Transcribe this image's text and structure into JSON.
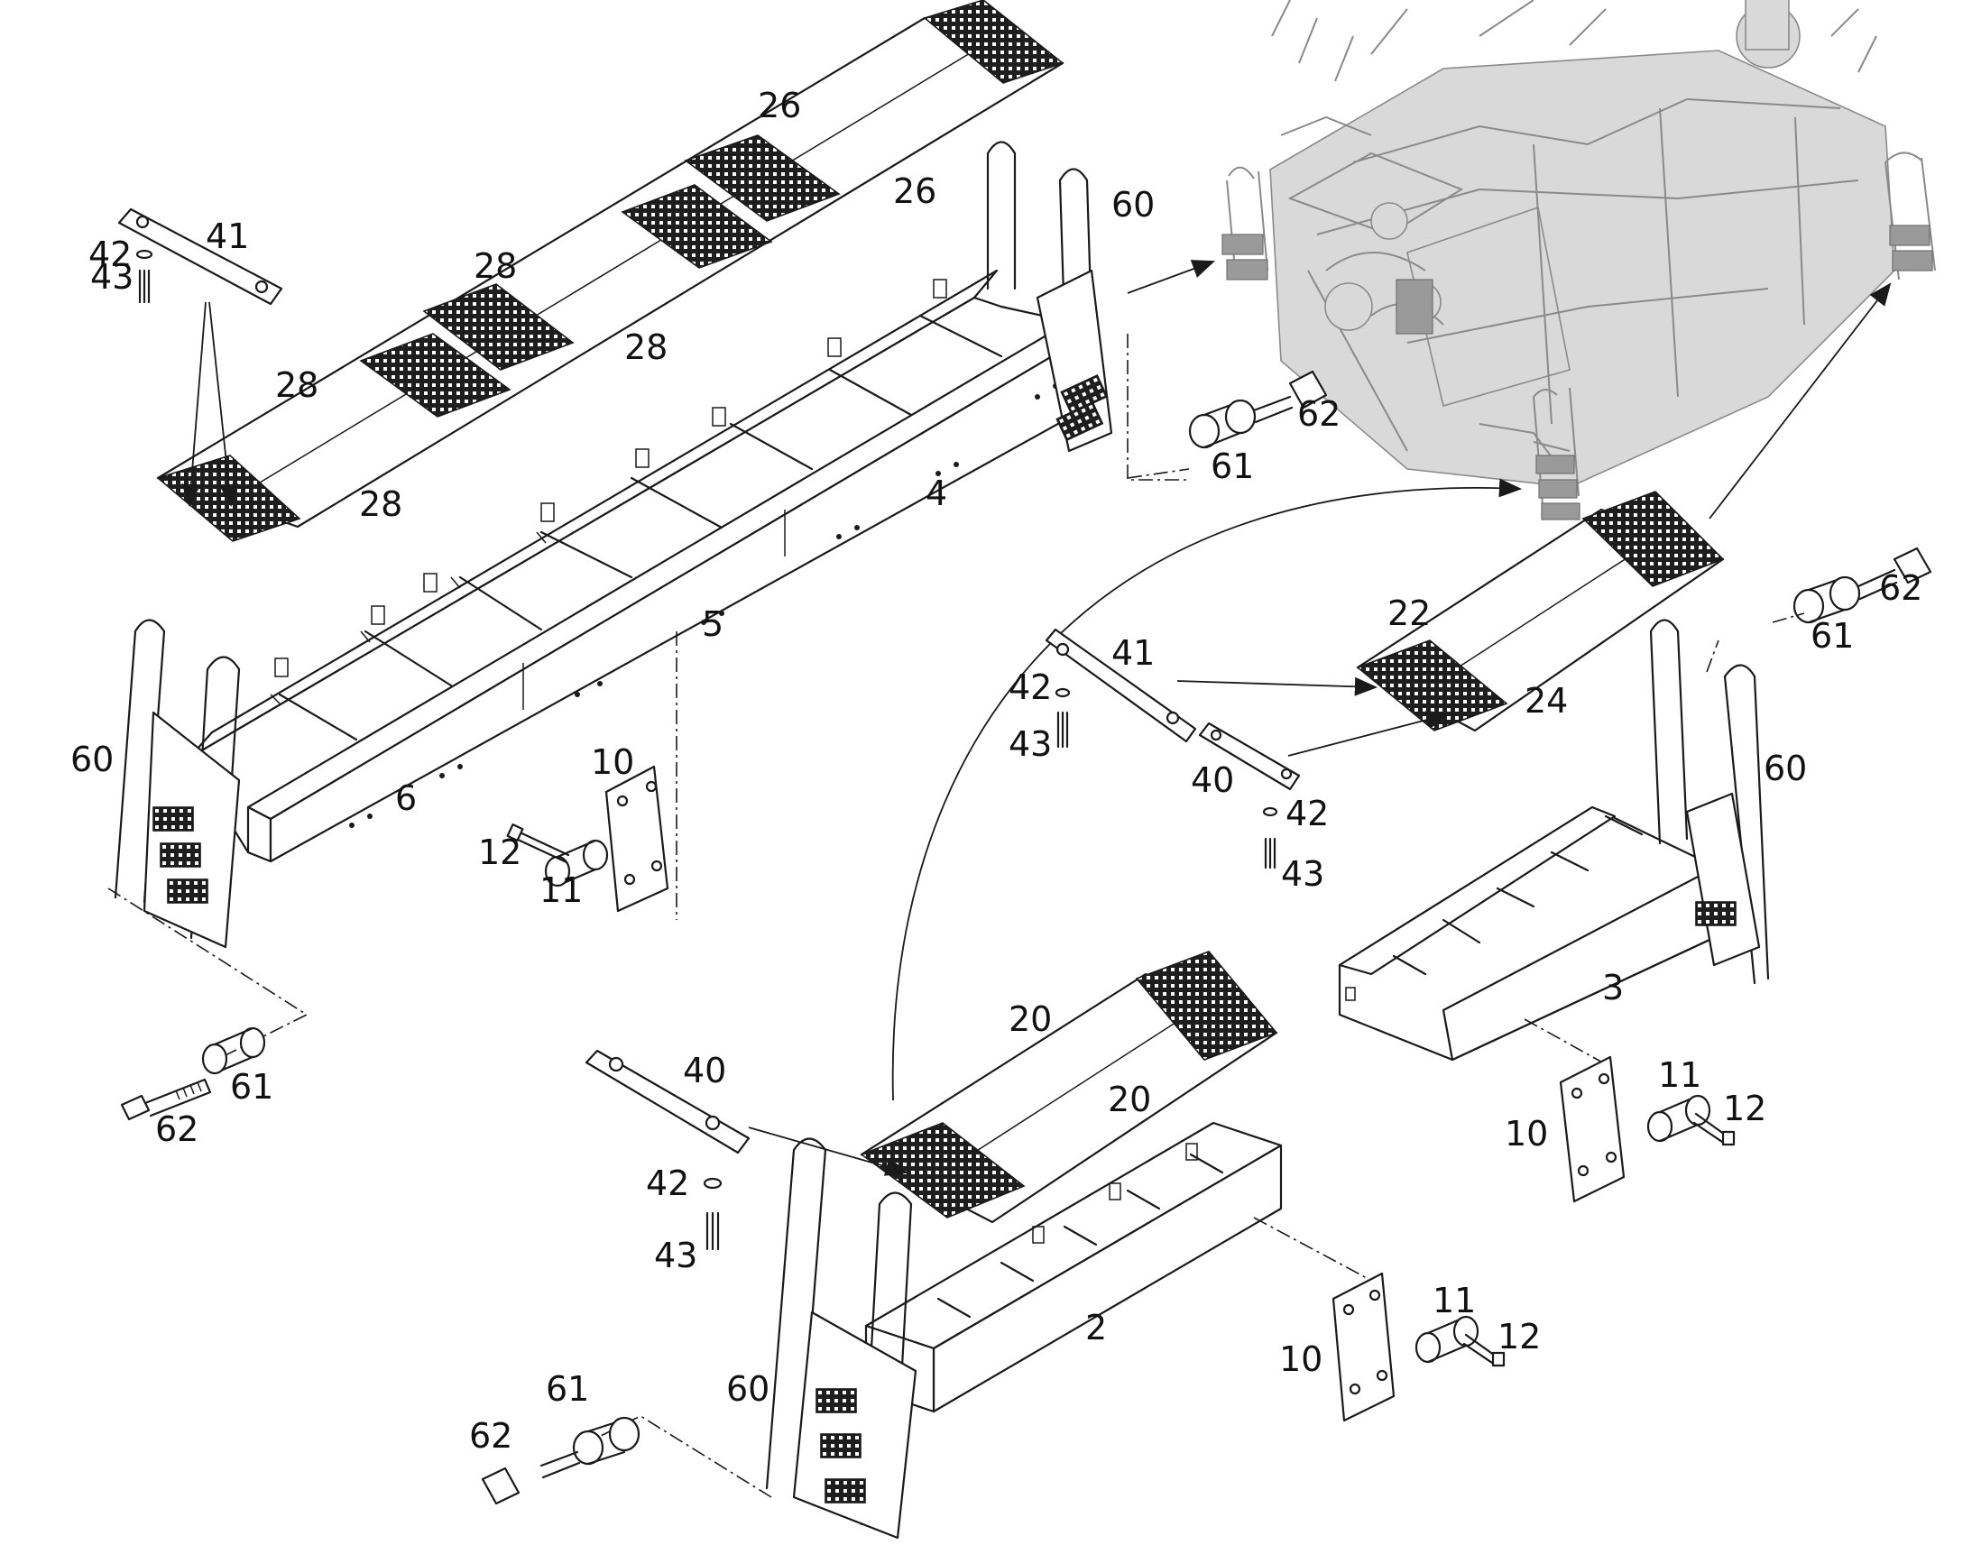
{
  "drawing": {
    "labels": [
      {
        "id": "l26a",
        "text": "26"
      },
      {
        "id": "l26b",
        "text": "26"
      },
      {
        "id": "l60a",
        "text": "60"
      },
      {
        "id": "l41a",
        "text": "41"
      },
      {
        "id": "l42a",
        "text": "42"
      },
      {
        "id": "l43a",
        "text": "43"
      },
      {
        "id": "l28a",
        "text": "28"
      },
      {
        "id": "l28b",
        "text": "28"
      },
      {
        "id": "l28c",
        "text": "28"
      },
      {
        "id": "l28d",
        "text": "28"
      },
      {
        "id": "l62a",
        "text": "62"
      },
      {
        "id": "l61a",
        "text": "61"
      },
      {
        "id": "l4",
        "text": "4"
      },
      {
        "id": "l5",
        "text": "5"
      },
      {
        "id": "l22",
        "text": "22"
      },
      {
        "id": "l62b",
        "text": "62"
      },
      {
        "id": "l41b",
        "text": "41"
      },
      {
        "id": "l61b",
        "text": "61"
      },
      {
        "id": "l42b",
        "text": "42"
      },
      {
        "id": "l24",
        "text": "24"
      },
      {
        "id": "l43b",
        "text": "43"
      },
      {
        "id": "l60b",
        "text": "60"
      },
      {
        "id": "l60c",
        "text": "60"
      },
      {
        "id": "l10a",
        "text": "10"
      },
      {
        "id": "l40a",
        "text": "40"
      },
      {
        "id": "l42c",
        "text": "42"
      },
      {
        "id": "l6",
        "text": "6"
      },
      {
        "id": "l12a",
        "text": "12"
      },
      {
        "id": "l43c",
        "text": "43"
      },
      {
        "id": "l11a",
        "text": "11"
      },
      {
        "id": "l3",
        "text": "3"
      },
      {
        "id": "l61c",
        "text": "61"
      },
      {
        "id": "l62c",
        "text": "62"
      },
      {
        "id": "l40b",
        "text": "40"
      },
      {
        "id": "l20a",
        "text": "20"
      },
      {
        "id": "l11b",
        "text": "11"
      },
      {
        "id": "l20b",
        "text": "20"
      },
      {
        "id": "l12b",
        "text": "12"
      },
      {
        "id": "l10b",
        "text": "10"
      },
      {
        "id": "l42d",
        "text": "42"
      },
      {
        "id": "l43d",
        "text": "43"
      },
      {
        "id": "l11c",
        "text": "11"
      },
      {
        "id": "l2",
        "text": "2"
      },
      {
        "id": "l12c",
        "text": "12"
      },
      {
        "id": "l10c",
        "text": "10"
      },
      {
        "id": "l61d",
        "text": "61"
      },
      {
        "id": "l60d",
        "text": "60"
      },
      {
        "id": "l62d",
        "text": "62"
      }
    ]
  }
}
